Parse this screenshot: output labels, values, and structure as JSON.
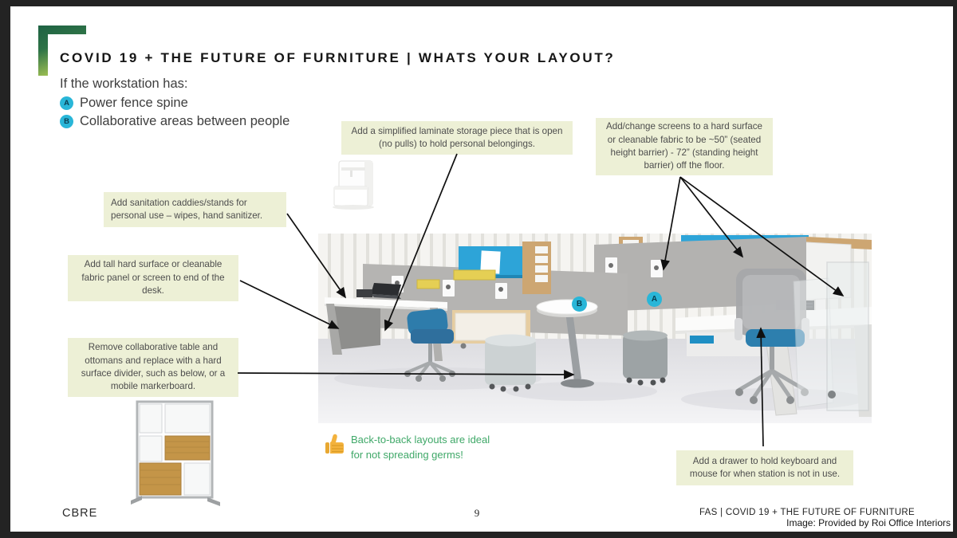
{
  "slide": {
    "title": "COVID 19 + THE FUTURE OF FURNITURE | WHATS YOUR LAYOUT?",
    "intro": {
      "heading": "If the workstation has:",
      "bullets": [
        {
          "badge": "A",
          "label": "Power fence spine"
        },
        {
          "badge": "B",
          "label": "Collaborative areas between people"
        }
      ]
    },
    "callouts": {
      "storage": "Add a simplified laminate storage piece that is open (no pulls) to hold personal belongings.",
      "screens": "Add/change screens to a hard surface or cleanable fabric to be ~50” (seated height barrier) - 72” (standing height barrier) off the floor.",
      "sanitation": "Add sanitation caddies/stands for personal use – wipes, hand sanitizer.",
      "tall_panel": "Add tall hard surface or cleanable fabric panel or screen to end of the desk.",
      "remove_table": "Remove collaborative table and ottomans and replace with a hard surface divider, such as below, or a mobile markerboard.",
      "drawer": "Add a drawer to hold keyboard and mouse for when station is not in use."
    },
    "tip": {
      "line1": "Back-to-back layouts are ideal",
      "line2": "for not spreading germs!"
    },
    "photo_markers": {
      "b": "B",
      "a": "A"
    },
    "footer": {
      "logo": "CBRE",
      "page_number": "9",
      "right_text": "FAS | COVID 19 + THE FUTURE OF FURNITURE"
    },
    "caption": "Image: Provided by Roi Office Interiors"
  },
  "icons": {
    "thumbs_up": "thumbs-up",
    "corner_bracket": "green-corner-bracket"
  },
  "colors": {
    "callout_bg": "#edf0d6",
    "badge_cyan": "#29b6d8",
    "badge_letter": "#0a3d50",
    "tip_green": "#3fa868",
    "corner_green_dark": "#1e6243",
    "corner_green_light": "#a6c553",
    "frame_black": "#232323",
    "photo_blue": "#2da4d8",
    "arrow_black": "#101010"
  }
}
